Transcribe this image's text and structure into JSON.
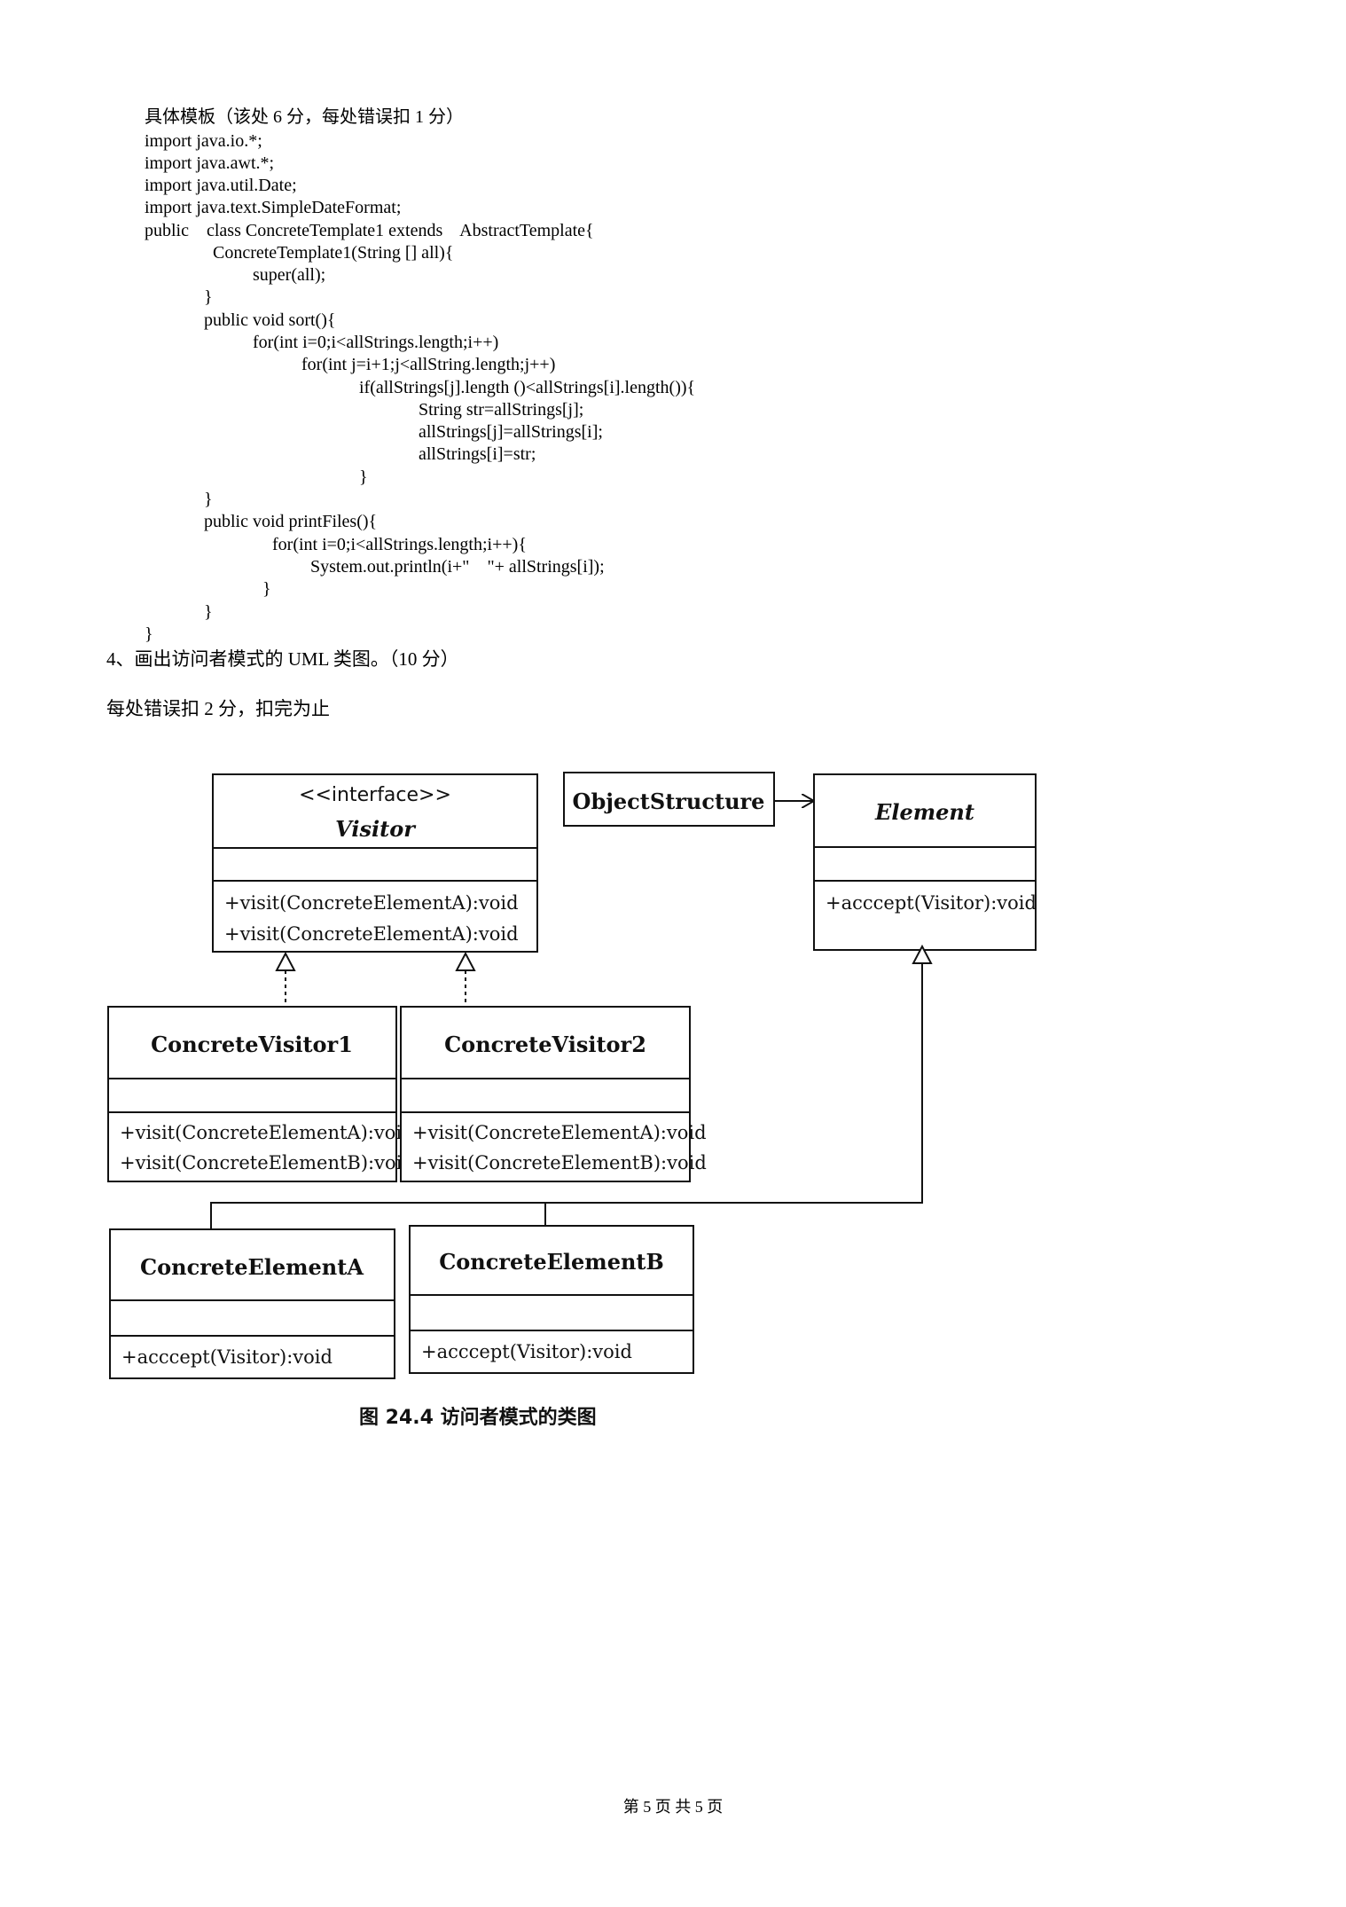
{
  "answer_block": {
    "intro": "具体模板（该处 6 分，每处错误扣 1 分）",
    "code_lines": [
      "import java.io.*;",
      "import java.awt.*;",
      "import java.util.Date;",
      "import java.text.SimpleDateFormat;",
      "public    class ConcreteTemplate1 extends    AbstractTemplate{",
      "ConcreteTemplate1(String [] all){",
      "super(all);",
      "}",
      "public void sort(){",
      "for(int i=0;i<allStrings.length;i++)",
      "for(int j=i+1;j<allString.length;j++)",
      "if(allStrings[j].length ()<allStrings[i].length()){",
      "String str=allStrings[j];",
      "allStrings[j]=allStrings[i];",
      "allStrings[i]=str;",
      "}",
      "}",
      "public void printFiles(){",
      "for(int i=0;i<allStrings.length;i++){",
      "System.out.println(i+\"    \"+ allStrings[i]);",
      "}",
      "}",
      "}"
    ]
  },
  "question4": {
    "title": "4、画出访问者模式的 UML 类图。（10 分）",
    "scoring": "每处错误扣 2 分，扣完为止"
  },
  "uml": {
    "visitor": {
      "stereotype": "<<interface>>",
      "name": "Visitor",
      "ops": [
        "+visit(ConcreteElementA):void",
        "+visit(ConcreteElementA):void"
      ]
    },
    "object_structure": {
      "name": "ObjectStructure"
    },
    "element": {
      "name": "Element",
      "ops": [
        "+acccept(Visitor):void"
      ]
    },
    "concrete_visitor1": {
      "name": "ConcreteVisitor1",
      "ops": [
        "+visit(ConcreteElementA):void",
        "+visit(ConcreteElementB):void"
      ]
    },
    "concrete_visitor2": {
      "name": "ConcreteVisitor2",
      "ops": [
        "+visit(ConcreteElementA):void",
        "+visit(ConcreteElementB):void"
      ]
    },
    "concrete_element_a": {
      "name": "ConcreteElementA",
      "ops": [
        "+acccept(Visitor):void"
      ]
    },
    "concrete_element_b": {
      "name": "ConcreteElementB",
      "ops": [
        "+acccept(Visitor):void"
      ]
    },
    "caption": "图 24.4    访问者模式的类图"
  },
  "footer": {
    "page_label": "第  5  页  共  5  页"
  }
}
